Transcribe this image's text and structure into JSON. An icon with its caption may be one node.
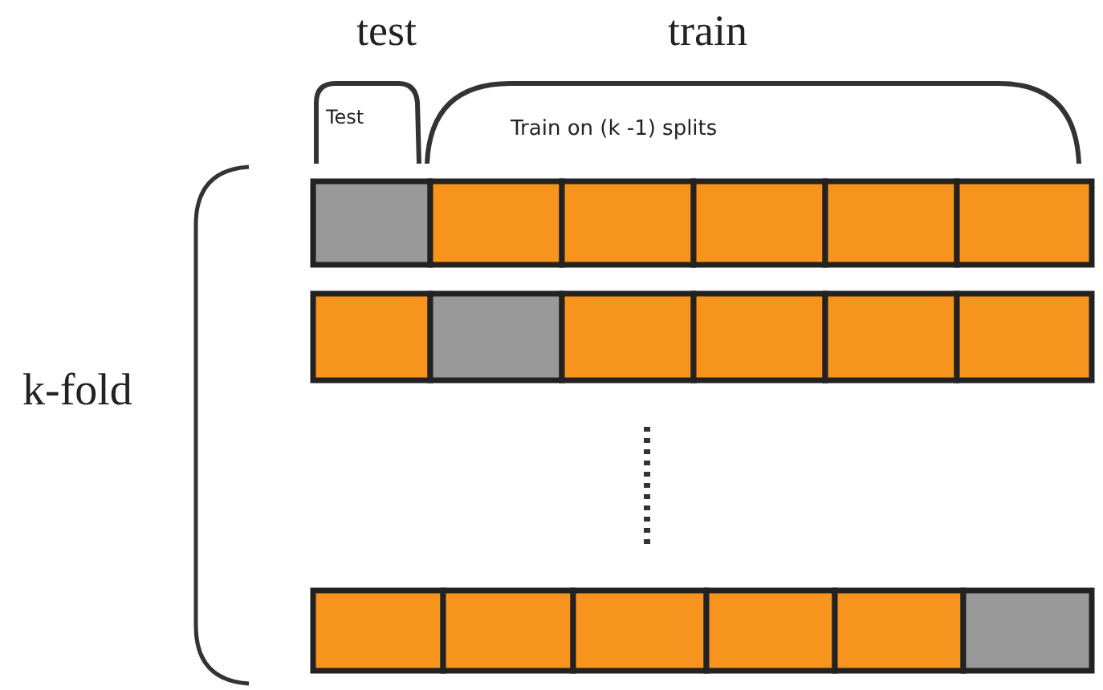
{
  "diagram": {
    "labels": [
      "test",
      "train",
      "Test",
      "Train on (k -1) splits",
      "k-fold"
    ]
  }
}
